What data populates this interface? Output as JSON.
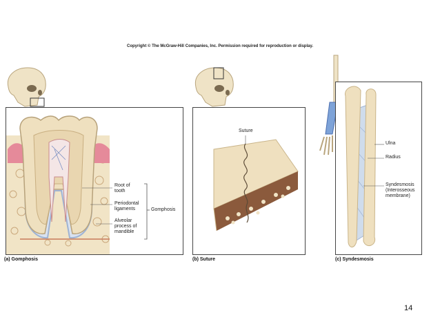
{
  "copyright": "Copyright © The McGraw-Hill Companies, Inc. Permission required for reproduction or display.",
  "panels": {
    "gomphosis": {
      "caption": "(a) Gomphosis",
      "labels": {
        "root_of_tooth_1": "Root of",
        "root_of_tooth_2": "tooth",
        "periodontal_1": "Periodontal",
        "periodontal_2": "ligaments",
        "alveolar_1": "Alveolar",
        "alveolar_2": "process of",
        "alveolar_3": "mandible",
        "group": "Gomphosis"
      }
    },
    "suture": {
      "caption": "(b) Suture",
      "labels": {
        "suture": "Suture"
      }
    },
    "syndesmosis": {
      "caption": "(c) Syndesmosis",
      "labels": {
        "ulna": "Ulna",
        "radius": "Radius",
        "syndesmosis_1": "Syndesmosis",
        "syndesmosis_2": "(Interosseous",
        "syndesmosis_3": "membrane)"
      }
    }
  },
  "page_number": "14",
  "colors": {
    "bone": "#efe0bf",
    "bone_dark": "#c9b489",
    "gum": "#e58a9a",
    "ligament": "#b9cfe6",
    "marrow": "#8b5a3c"
  }
}
